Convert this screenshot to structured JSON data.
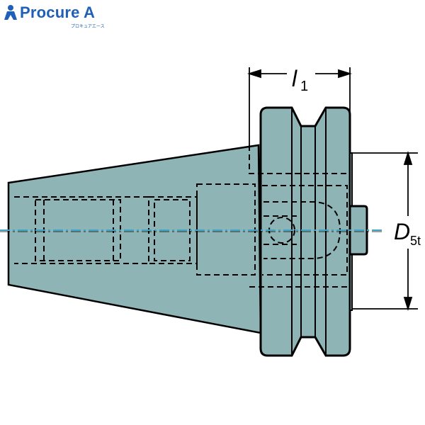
{
  "brand": {
    "name": "Procure A",
    "tagline": "プロキュアエース",
    "accent_color": "#1f5fb8"
  },
  "dimensions": {
    "l1": {
      "symbol": "l",
      "subscript": "1"
    },
    "d5": {
      "symbol": "D",
      "subscript": "5t"
    }
  },
  "colors": {
    "body_fill": "#8fb4b6",
    "outline": "#000000",
    "centerline": "#3aa7c8"
  }
}
